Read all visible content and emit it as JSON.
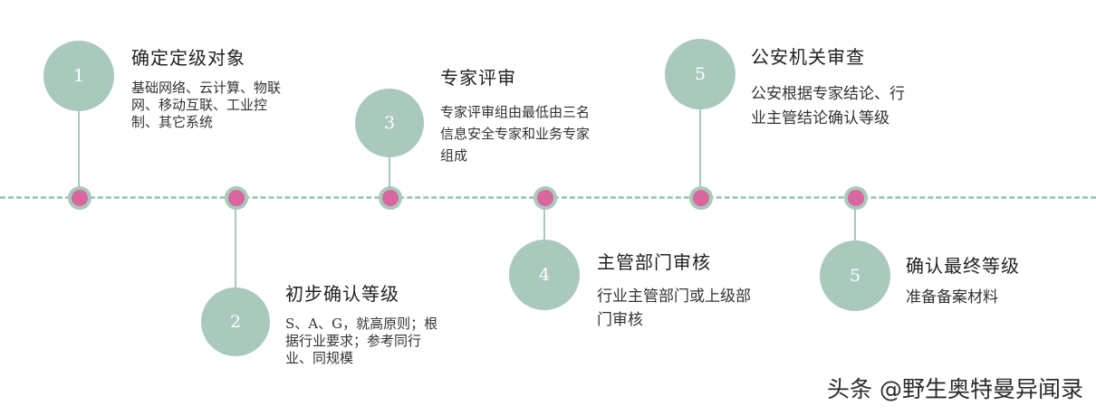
{
  "steps": [
    {
      "number": "1",
      "title": "确定定级对象",
      "desc": "基础网络、云计算、物联网、移动互联、工业控制、其它系统"
    },
    {
      "number": "2",
      "title": "初步确认等级",
      "desc": "S、A、G，就高原则；根据行业要求；参考同行业、同规模"
    },
    {
      "number": "3",
      "title": "专家评审",
      "desc": "专家评审组由最低由三名信息安全专家和业务专家组成"
    },
    {
      "number": "4",
      "title": "主管部门审核",
      "desc": "行业主管部门或上级部门审核"
    },
    {
      "number": "5",
      "title": "公安机关审查",
      "desc": "公安根据专家结论、行业主管结论确认等级"
    },
    {
      "number": "5",
      "title": "确认最终等级",
      "desc": "准备备案材料"
    }
  ],
  "watermark": "头条 @野生奥特曼异闻录",
  "colors": {
    "circle": "#a9c9bc",
    "dot": "#d9669e",
    "line": "#a9c9bc"
  }
}
